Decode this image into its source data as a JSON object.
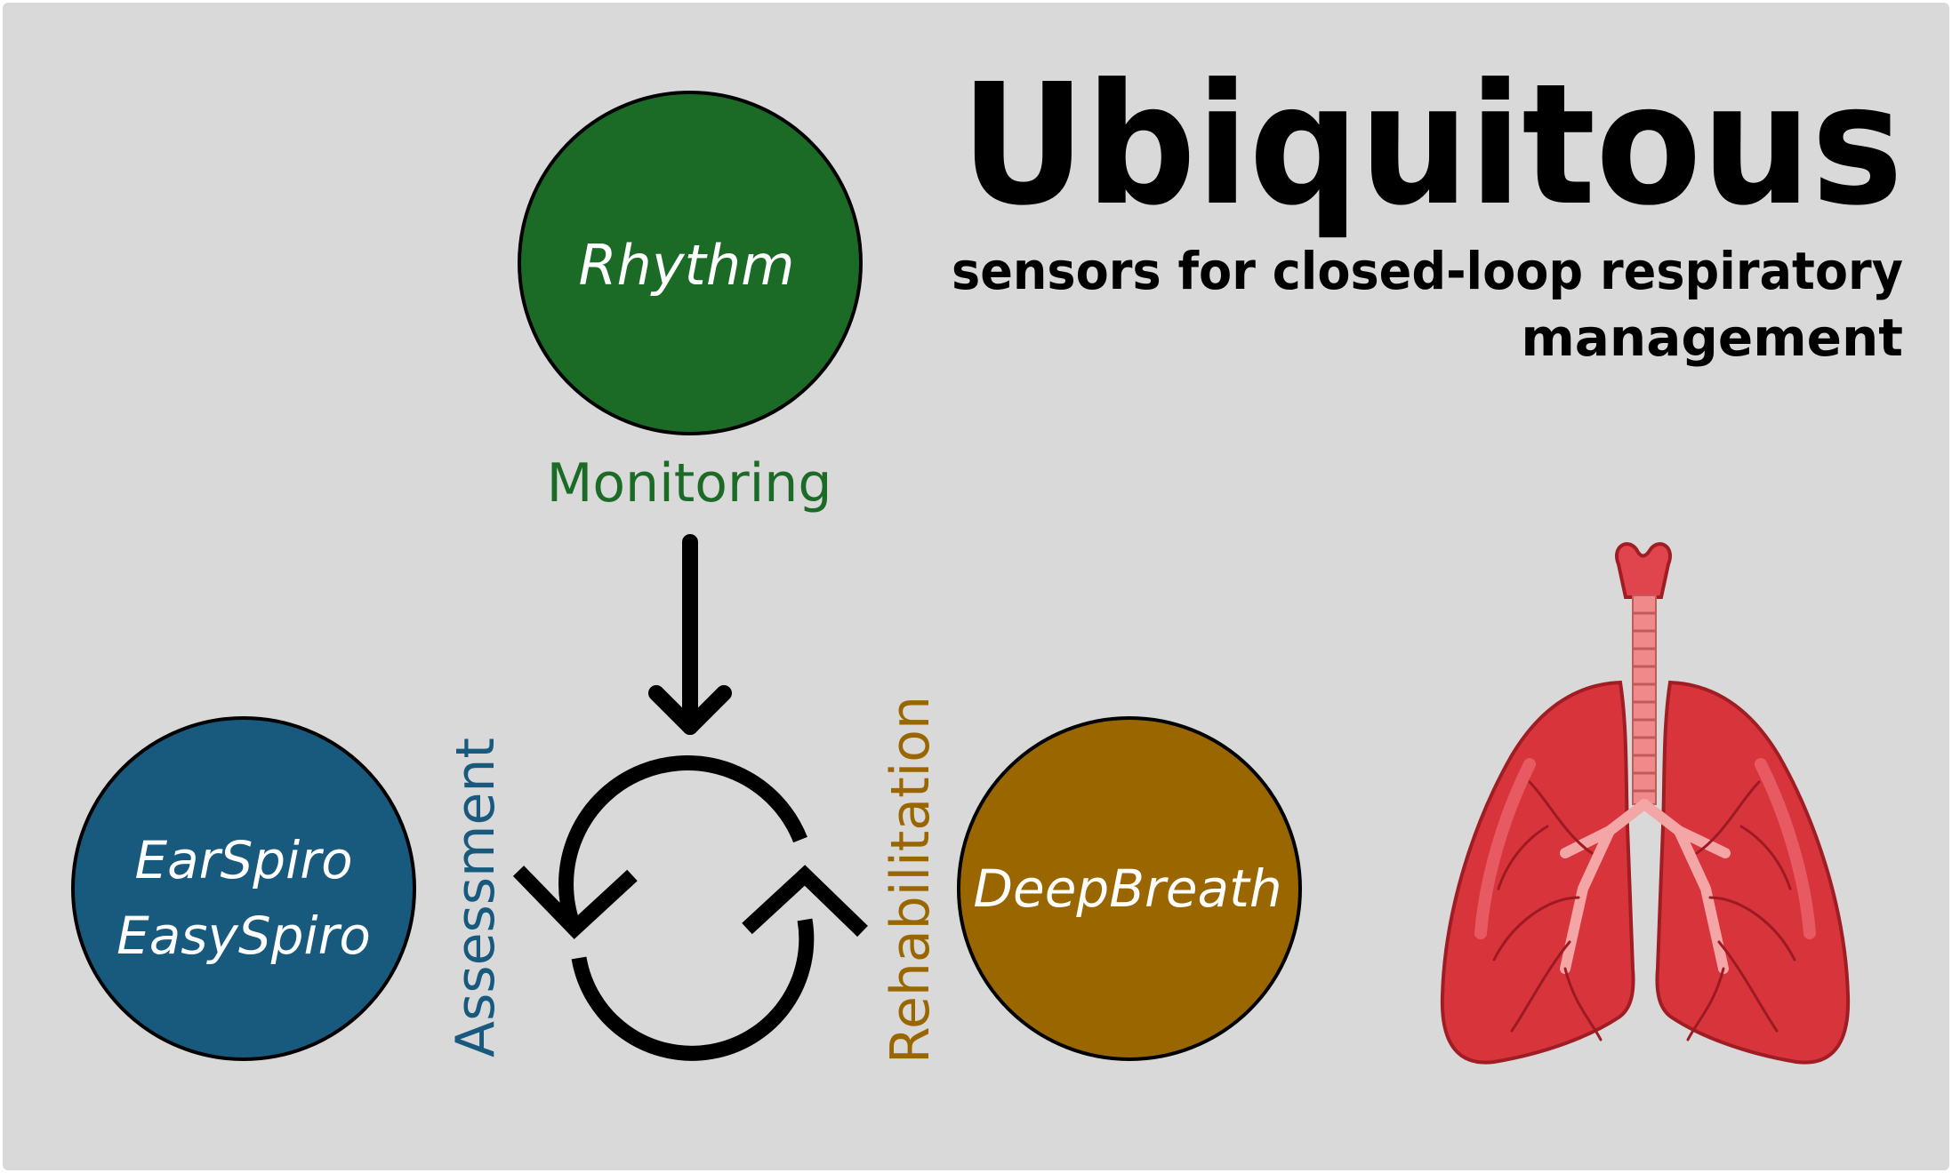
{
  "title": "Ubiquitous",
  "subtitle": {
    "line1": "sensors for closed-loop respiratory",
    "line2": "management"
  },
  "colors": {
    "background": "#d9d9d9",
    "rhythm": "#1b6b26",
    "earspiro": "#175a7e",
    "deepbreath": "#996600",
    "arrow": "#000000",
    "lung": "#d7343c",
    "lung_dark": "#a11d24",
    "trachea": "#f08a8a"
  },
  "nodes": {
    "rhythm": {
      "label": "Rhythm"
    },
    "earspiro": {
      "line1": "EarSpiro",
      "line2": "EasySpiro"
    },
    "deepbreath": {
      "label": "DeepBreath"
    }
  },
  "phases": {
    "monitoring": "Monitoring",
    "assessment": "Assessment",
    "rehabilitation": "Rehabilitation"
  },
  "icons": {
    "cycle": "cycle-arrows-icon",
    "down": "arrow-down-icon",
    "lungs": "lungs-icon"
  }
}
